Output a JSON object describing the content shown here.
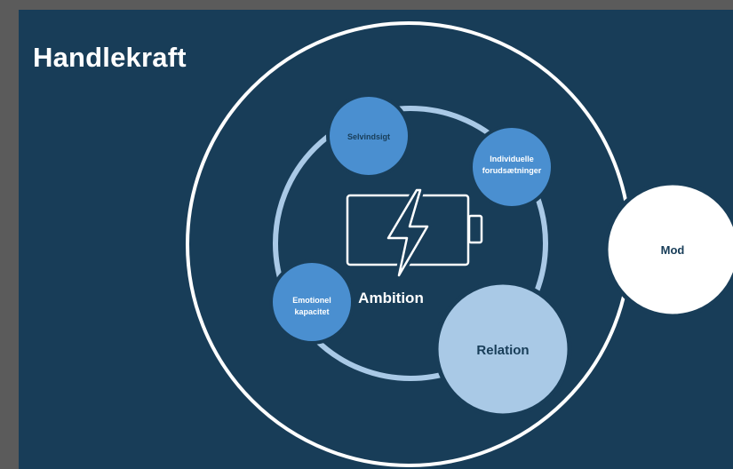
{
  "title": "Handlekraft",
  "center_label": "Ambition",
  "nodes": {
    "selvindsigt": "Selvindsigt",
    "individuelle_line1": "Individuelle",
    "individuelle_line2": "forudsætninger",
    "emotionel_line1": "Emotionel",
    "emotionel_line2": "kapacitet",
    "relation": "Relation",
    "mod": "Mod"
  },
  "center_icon": "battery-lightning-icon",
  "colors": {
    "slide_bg": "#183d58",
    "page_bg": "#5b5b5b",
    "outer_ring": "#ffffff",
    "inner_ring": "#a9c9e6",
    "small_node": "#4a8fd0",
    "relation_node": "#a9c9e6",
    "mod_node": "#ffffff",
    "node_text_dark": "#183d58"
  }
}
